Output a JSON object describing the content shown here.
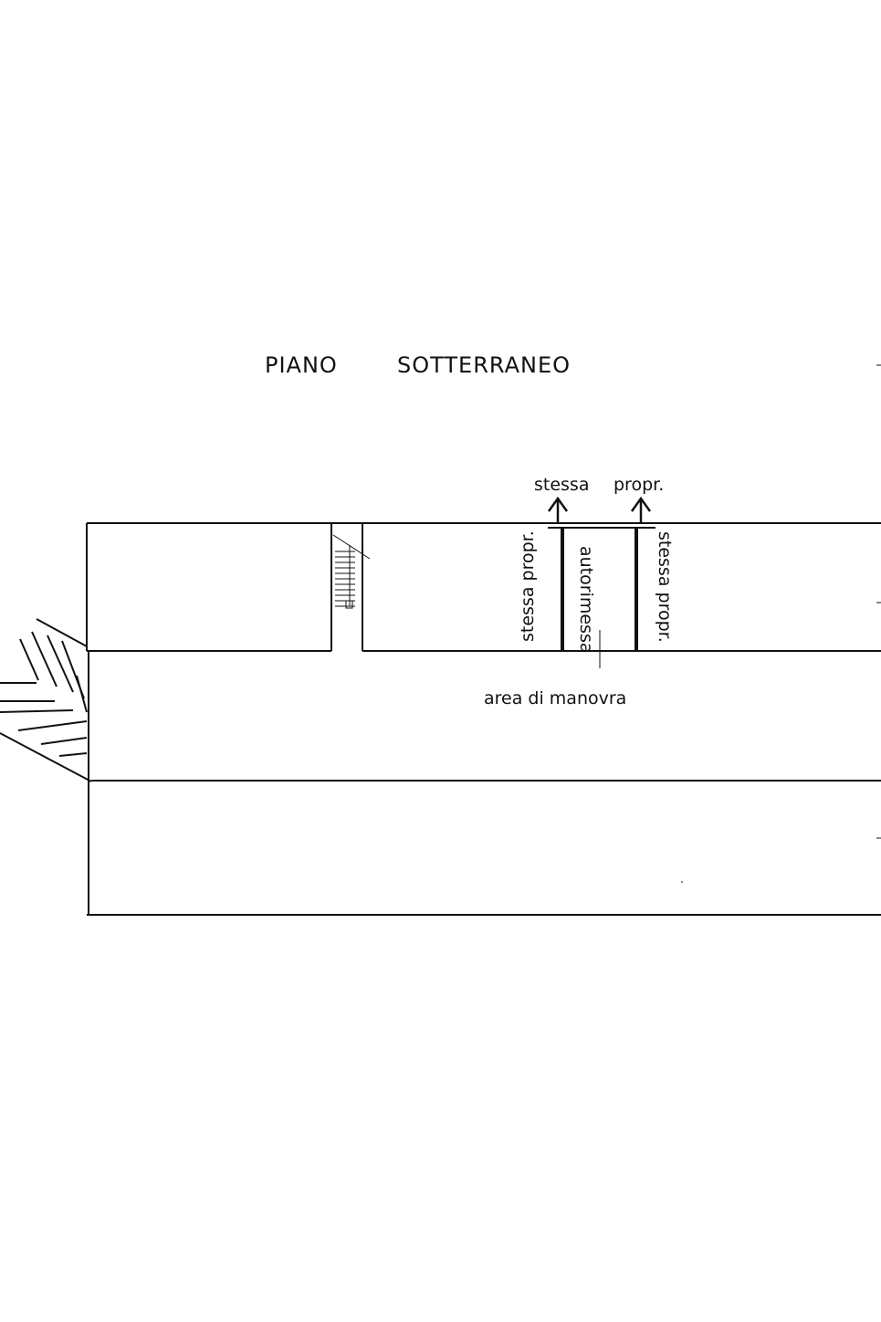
{
  "title": {
    "word1": "PIANO",
    "word2": "SOTTERRANEO"
  },
  "labels": {
    "top_left": "stessa",
    "top_right": "propr.",
    "left_vertical": "stessa propr.",
    "center_vertical": "autorimessa",
    "right_vertical": "stessa propr.",
    "maneuver_area": "area di manovra"
  },
  "colors": {
    "ink": "#111111",
    "paper": "#ffffff"
  }
}
